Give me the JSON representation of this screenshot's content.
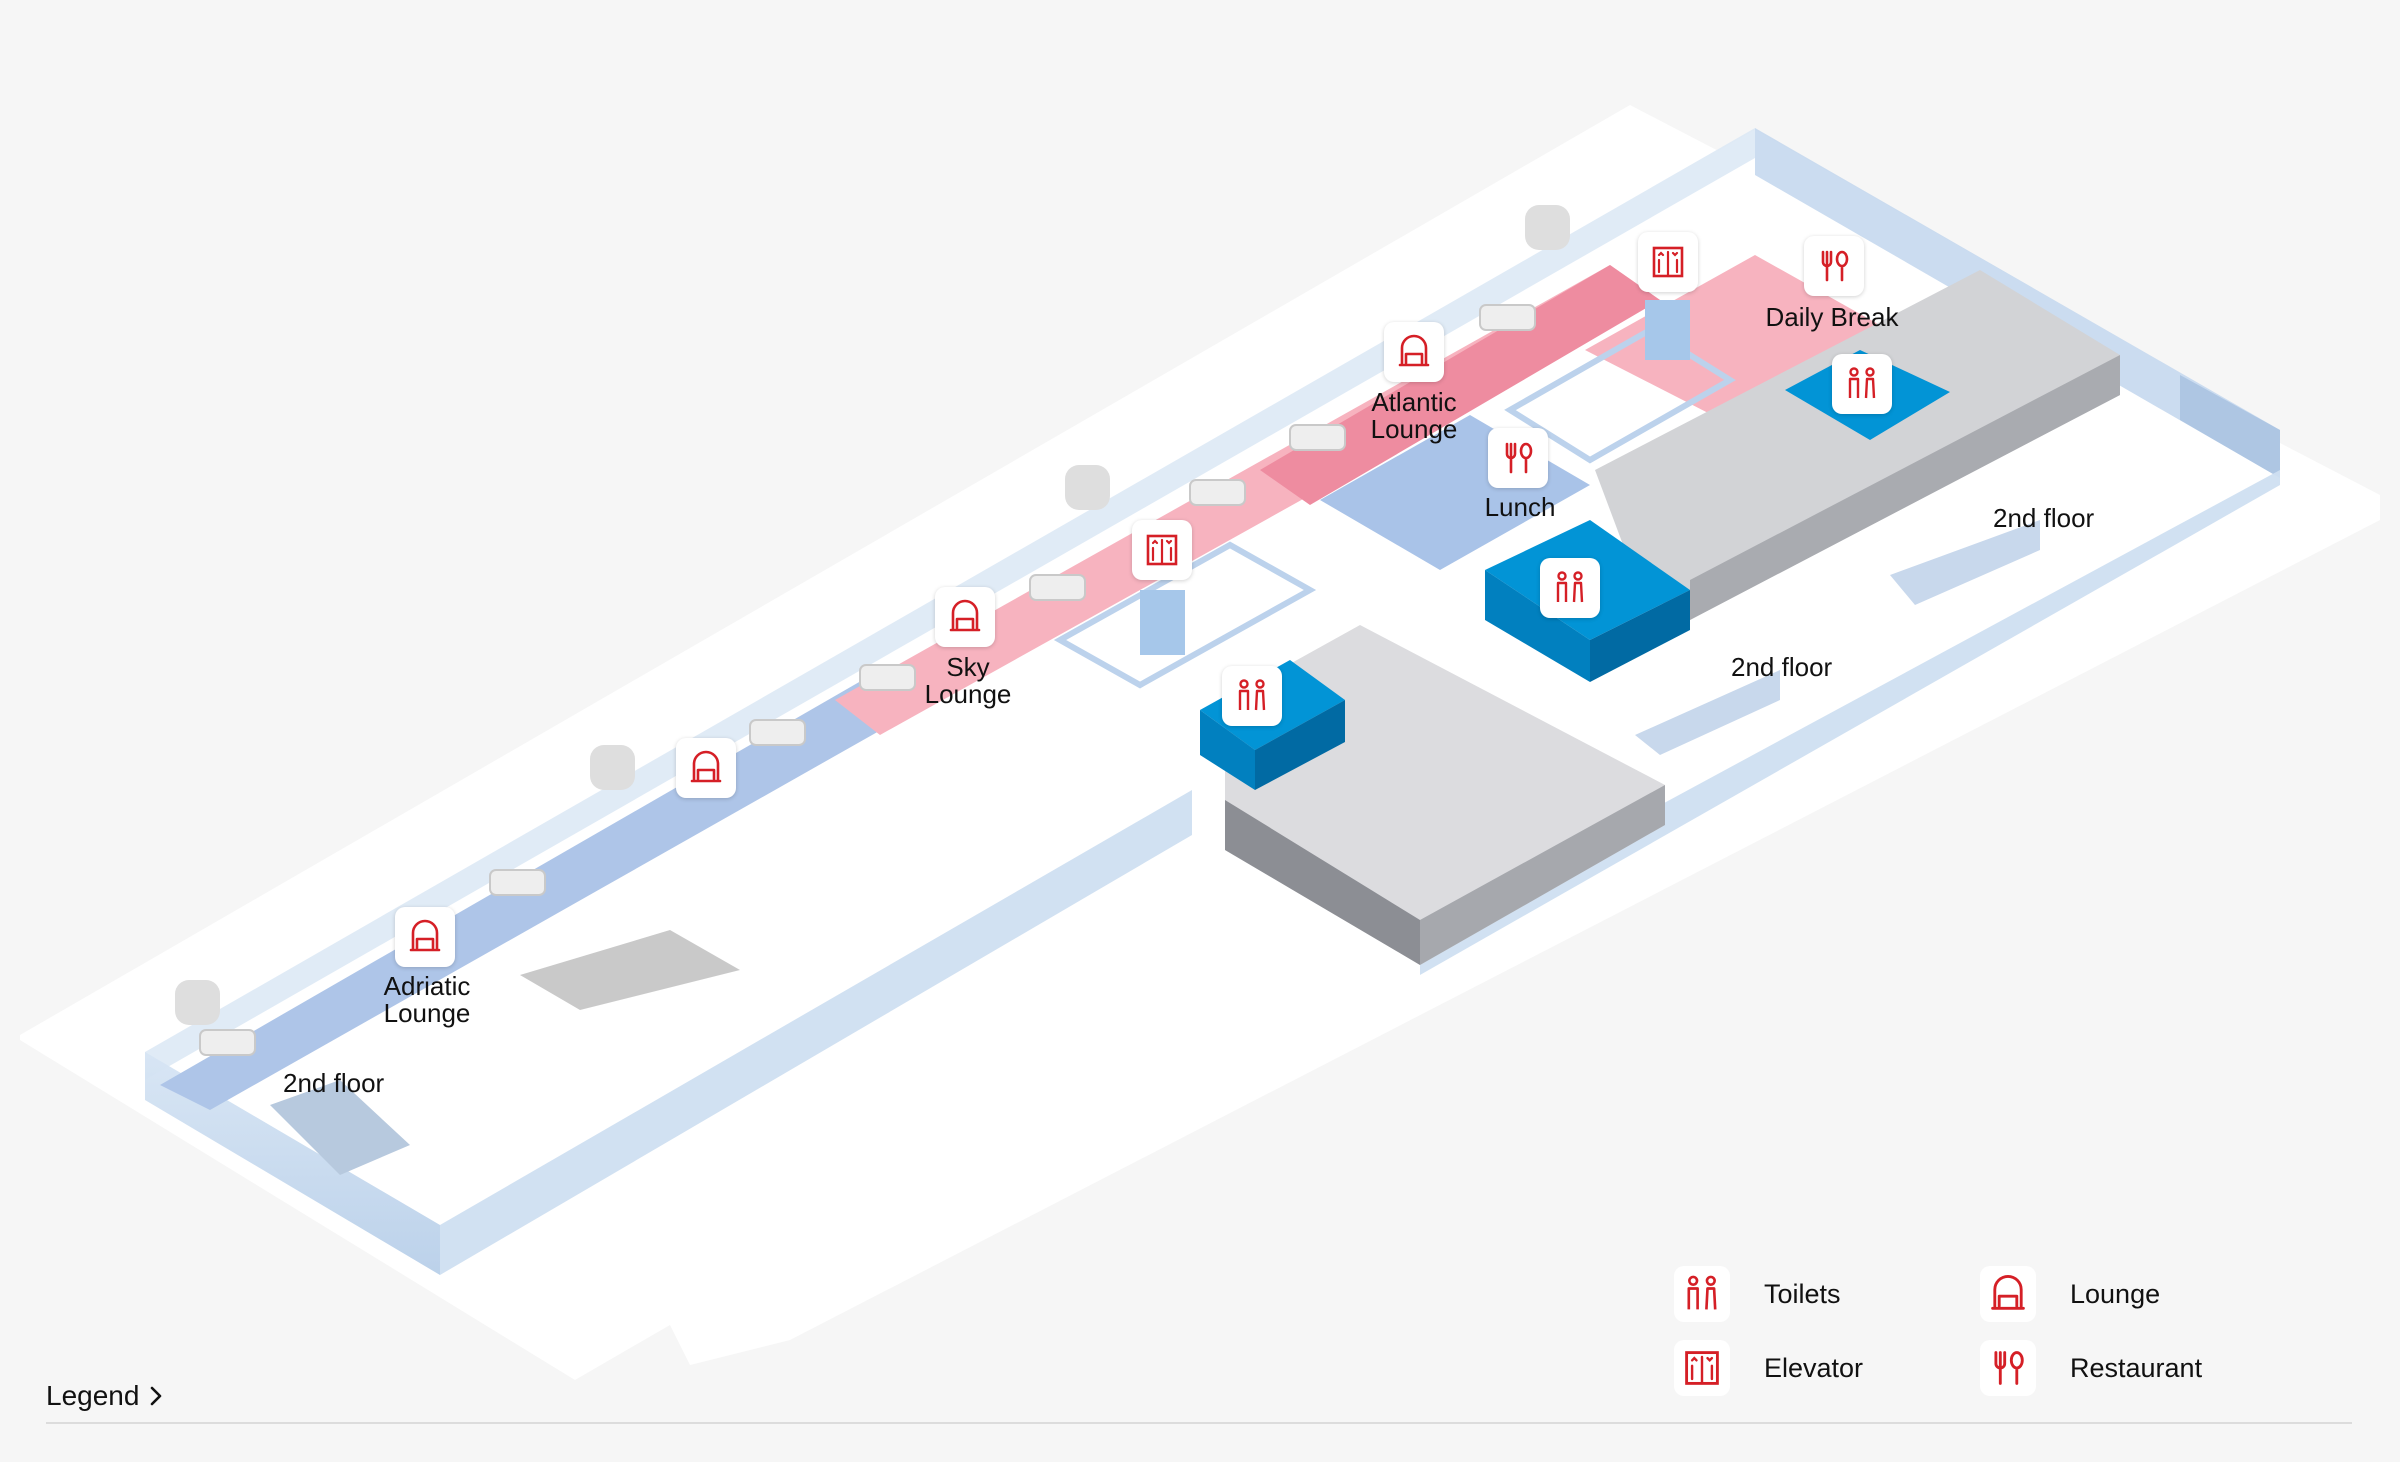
{
  "colors": {
    "accent": "#d51f26",
    "toilet_block": "#0294d6",
    "toilet_block_dark": "#0173ad",
    "corridor_blue": "#a9c3e8",
    "corridor_pink": "#f4a5b1",
    "corridor_pink_strong": "#ec7f93",
    "glass_wall": "#c9dbf0",
    "grey_block": "#d0d0d3",
    "background": "#f6f6f6"
  },
  "map": {
    "labels": {
      "adriatic": [
        "Adriatic",
        "Lounge"
      ],
      "sky": [
        "Sky",
        "Lounge"
      ],
      "atlantic": [
        "Atlantic",
        "Lounge"
      ],
      "lunch": "Lunch",
      "daily_break": "Daily Break",
      "second_floor": "2nd floor"
    },
    "pins": [
      {
        "icon": "lounge-icon",
        "label": "Adriatic Lounge"
      },
      {
        "icon": "lounge-icon",
        "label": ""
      },
      {
        "icon": "lounge-icon",
        "label": "Sky Lounge"
      },
      {
        "icon": "elevator-icon",
        "label": ""
      },
      {
        "icon": "toilets-icon",
        "label": ""
      },
      {
        "icon": "lounge-icon",
        "label": "Atlantic Lounge"
      },
      {
        "icon": "restaurant-icon",
        "label": "Lunch"
      },
      {
        "icon": "toilets-icon",
        "label": ""
      },
      {
        "icon": "elevator-icon",
        "label": ""
      },
      {
        "icon": "restaurant-icon",
        "label": "Daily Break"
      },
      {
        "icon": "toilets-icon",
        "label": ""
      }
    ]
  },
  "legend": {
    "toggle_label": "Legend",
    "items": [
      {
        "icon": "toilets-icon",
        "label": "Toilets"
      },
      {
        "icon": "lounge-icon",
        "label": "Lounge"
      },
      {
        "icon": "elevator-icon",
        "label": "Elevator"
      },
      {
        "icon": "restaurant-icon",
        "label": "Restaurant"
      }
    ]
  }
}
